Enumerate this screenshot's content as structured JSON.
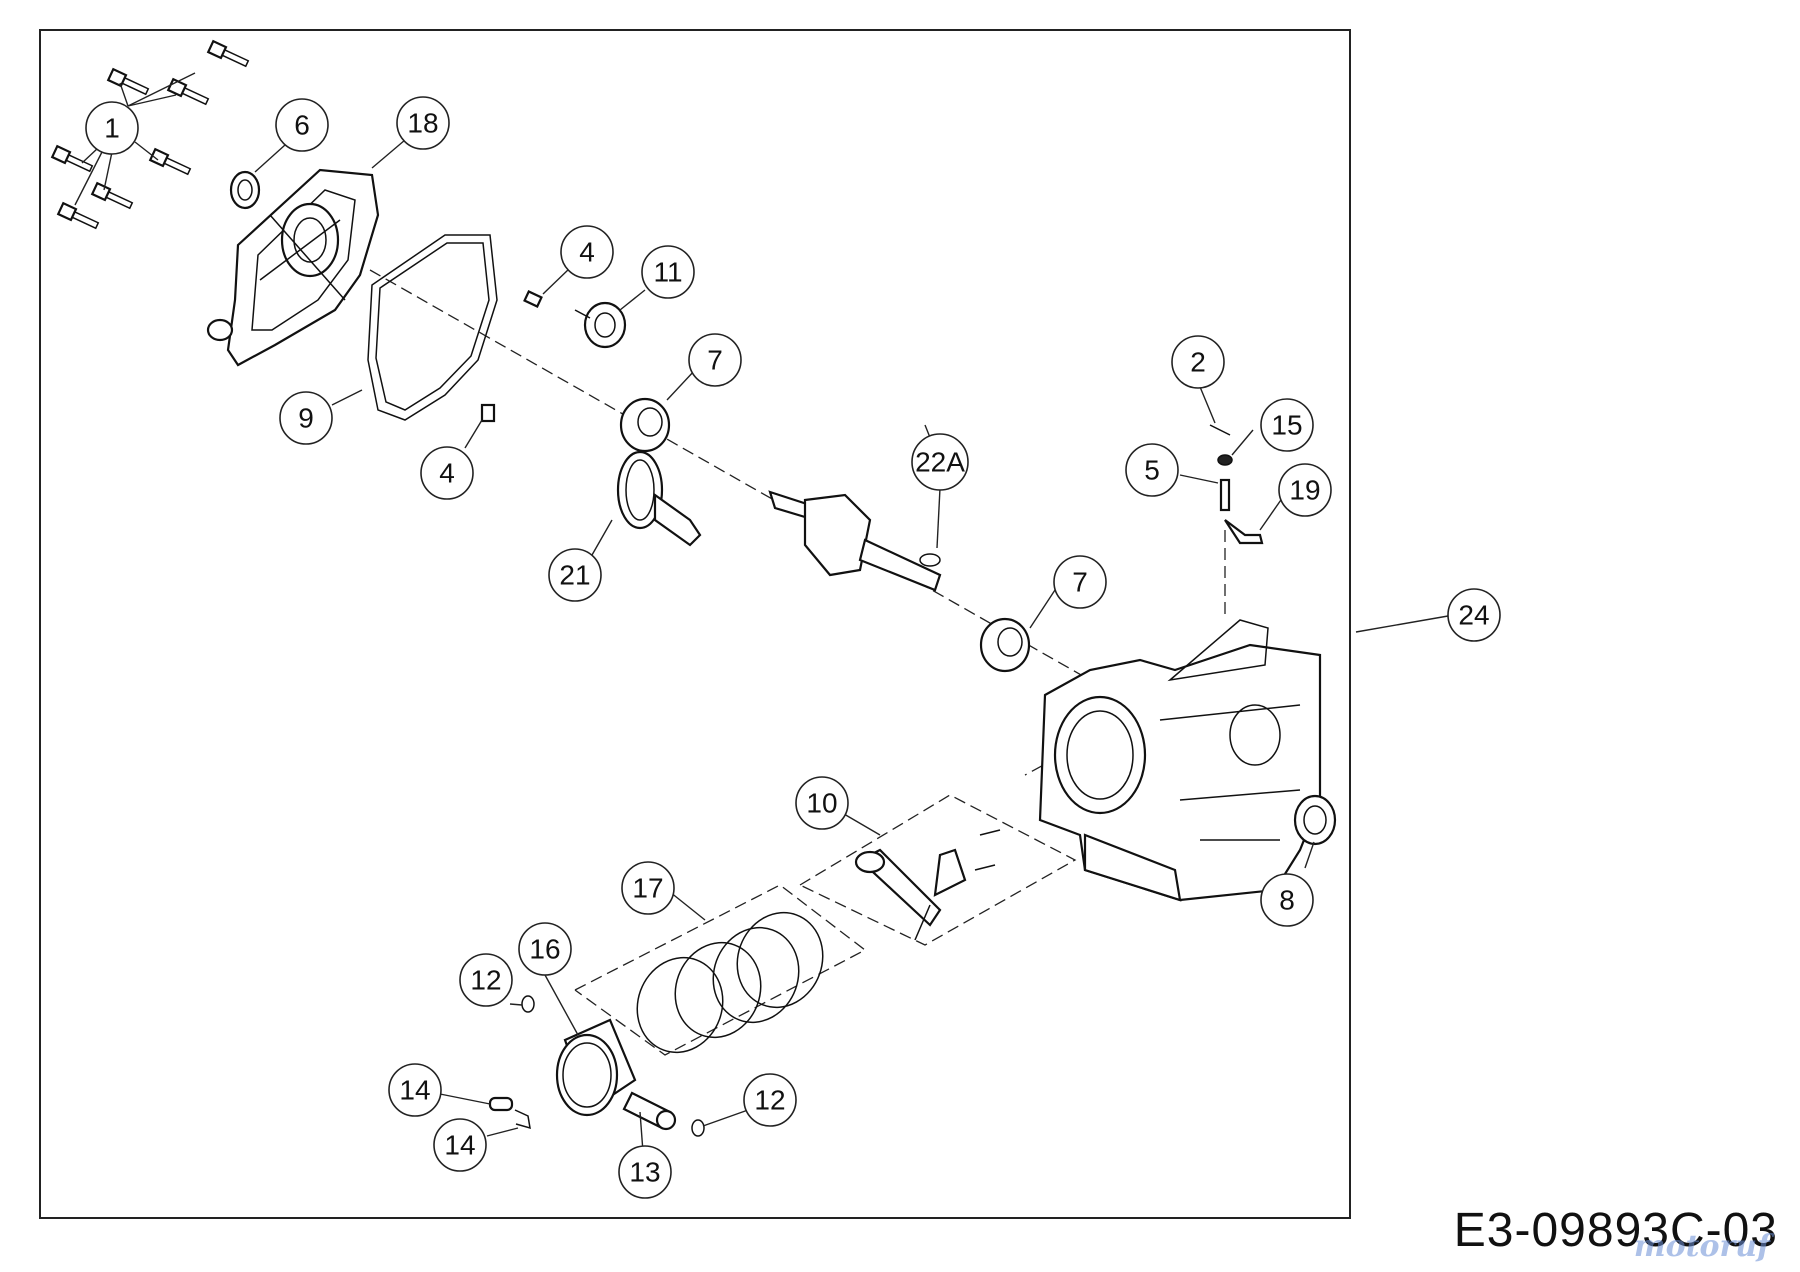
{
  "diagram": {
    "drawing_code": "E3-09893C-03",
    "watermark": "motoruf",
    "callouts": [
      {
        "id": "c1",
        "label": "1"
      },
      {
        "id": "c6",
        "label": "6"
      },
      {
        "id": "c18",
        "label": "18"
      },
      {
        "id": "c4a",
        "label": "4"
      },
      {
        "id": "c11",
        "label": "11"
      },
      {
        "id": "c7a",
        "label": "7"
      },
      {
        "id": "c9",
        "label": "9"
      },
      {
        "id": "c4b",
        "label": "4"
      },
      {
        "id": "c2",
        "label": "2"
      },
      {
        "id": "c15",
        "label": "15"
      },
      {
        "id": "c5",
        "label": "5"
      },
      {
        "id": "c19",
        "label": "19"
      },
      {
        "id": "c22a",
        "label": "22A"
      },
      {
        "id": "c21",
        "label": "21"
      },
      {
        "id": "c7b",
        "label": "7"
      },
      {
        "id": "c24",
        "label": "24"
      },
      {
        "id": "c10",
        "label": "10"
      },
      {
        "id": "c8",
        "label": "8"
      },
      {
        "id": "c17",
        "label": "17"
      },
      {
        "id": "c16",
        "label": "16"
      },
      {
        "id": "c12a",
        "label": "12"
      },
      {
        "id": "c14a",
        "label": "14"
      },
      {
        "id": "c14b",
        "label": "14"
      },
      {
        "id": "c12b",
        "label": "12"
      },
      {
        "id": "c13",
        "label": "13"
      }
    ]
  }
}
